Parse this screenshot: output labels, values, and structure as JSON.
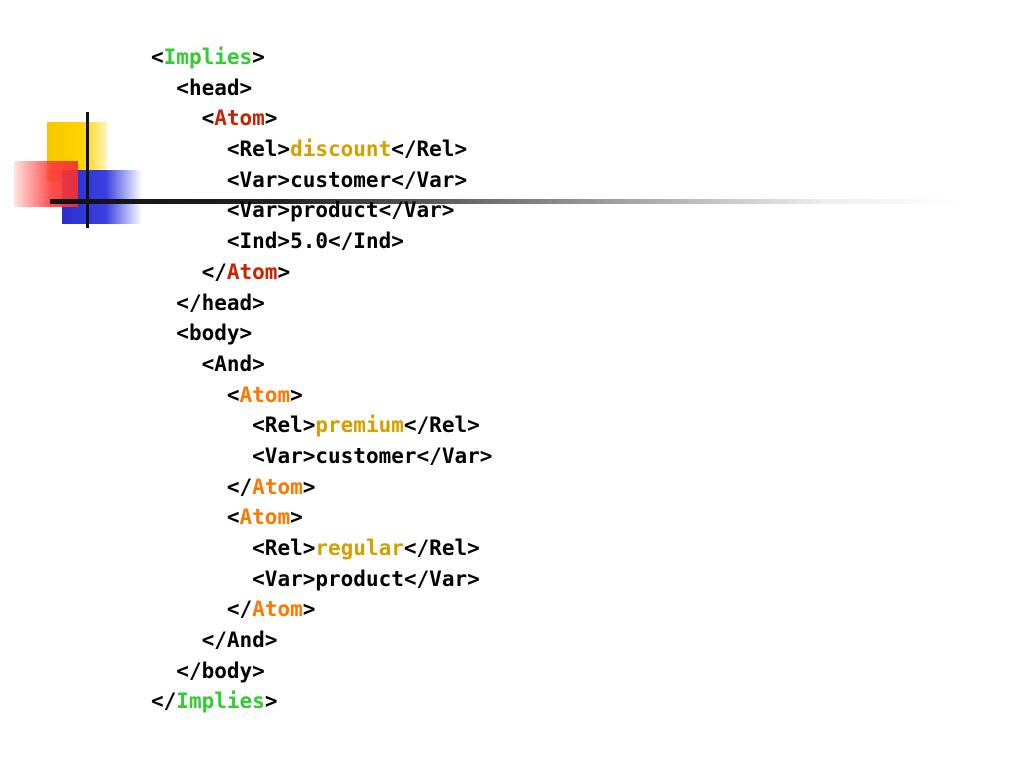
{
  "colors": {
    "implies": "#33cc33",
    "atom_head": "#cc2200",
    "atom_body": "#ff7700",
    "relation": "#d4a000",
    "text": "#000000"
  },
  "code": {
    "implies_tag": "Implies",
    "head_open": "<head>",
    "atom_tag": "Atom",
    "rel_open": "<Rel>",
    "rel_close": "</Rel>",
    "var_open": "<Var>",
    "var_close": "</Var>",
    "ind_open": "<Ind>",
    "ind_close": "</Ind>",
    "head_rel": "discount",
    "head_var1": "customer",
    "head_var2": "product",
    "head_ind": "5.0",
    "head_close": "</head>",
    "body_open": "<body>",
    "and_open": "<And>",
    "atom1_rel": "premium",
    "atom1_var": "customer",
    "atom2_rel": "regular",
    "atom2_var": "product",
    "and_close": "</And>",
    "body_close": "</body>"
  }
}
